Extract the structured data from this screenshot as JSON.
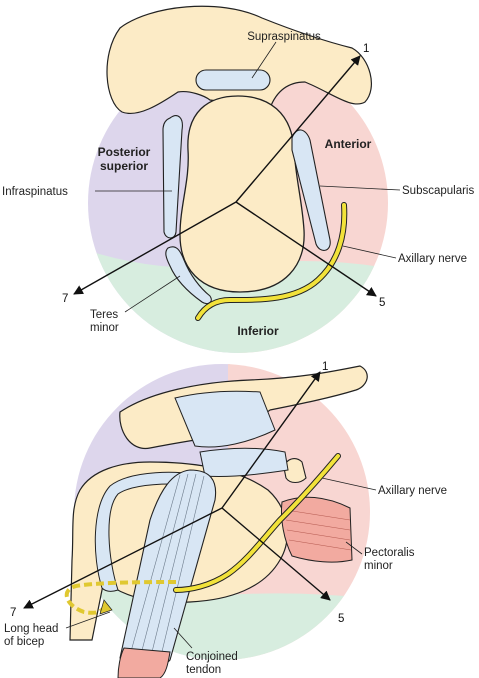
{
  "top_diagram": {
    "regions": {
      "posterior_superior": "Posterior\nsuperior",
      "anterior": "Anterior",
      "inferior": "Inferior"
    },
    "labels": {
      "supraspinatus": "Supraspinatus",
      "infraspinatus": "Infraspinatus",
      "subscapularis": "Subscapularis",
      "axillary_nerve": "Axillary nerve",
      "teres_minor": "Teres\nminor"
    },
    "portals": {
      "p1": "1",
      "p5": "5",
      "p7": "7"
    }
  },
  "bottom_diagram": {
    "labels": {
      "axillary_nerve": "Axillary nerve",
      "pectoralis_minor": "Pectoralis\nminor",
      "long_head_bicep": "Long head\nof bicep",
      "conjoined_tendon": "Conjoined\ntendon"
    },
    "portals": {
      "p1": "1",
      "p5": "5",
      "p7": "7"
    }
  },
  "colors": {
    "posterior_superior_zone": "#ddd6ec",
    "anterior_zone": "#f8d6d2",
    "inferior_zone": "#d7eddf",
    "bone": "#fcebc6",
    "muscle": "#d8e6f4",
    "nerve": "#f2e23a",
    "pectoralis": "#f2aaa0",
    "outline": "#222222"
  }
}
